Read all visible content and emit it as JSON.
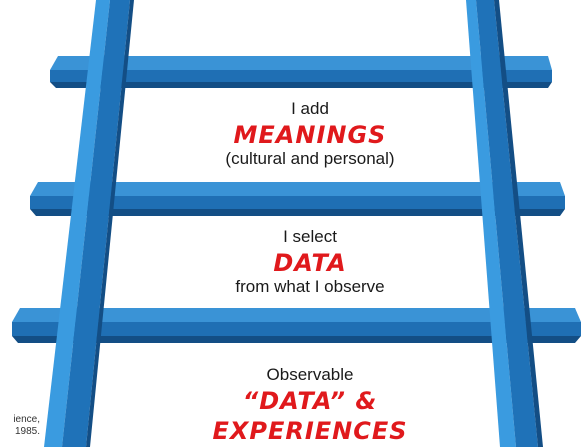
{
  "colors": {
    "rung_top": "#2f86c9",
    "rung_face": "#1f6fb4",
    "rung_bottom": "#134e85",
    "rail_light": "#2f8fd6",
    "rail_dark": "#155a98",
    "emphasis": "#e0191c",
    "text": "#1a1a1a"
  },
  "rungs": [
    {
      "line1": "I add",
      "emphasis": "MEANINGS",
      "line3": "(cultural and personal)"
    },
    {
      "line1": "I select",
      "emphasis": "DATA",
      "line3": "from what I observe"
    },
    {
      "line1": "Observable",
      "emphasis": "“DATA” & EXPERIENCES"
    }
  ],
  "citation": {
    "line1": "ience,",
    "line2": "1985."
  }
}
